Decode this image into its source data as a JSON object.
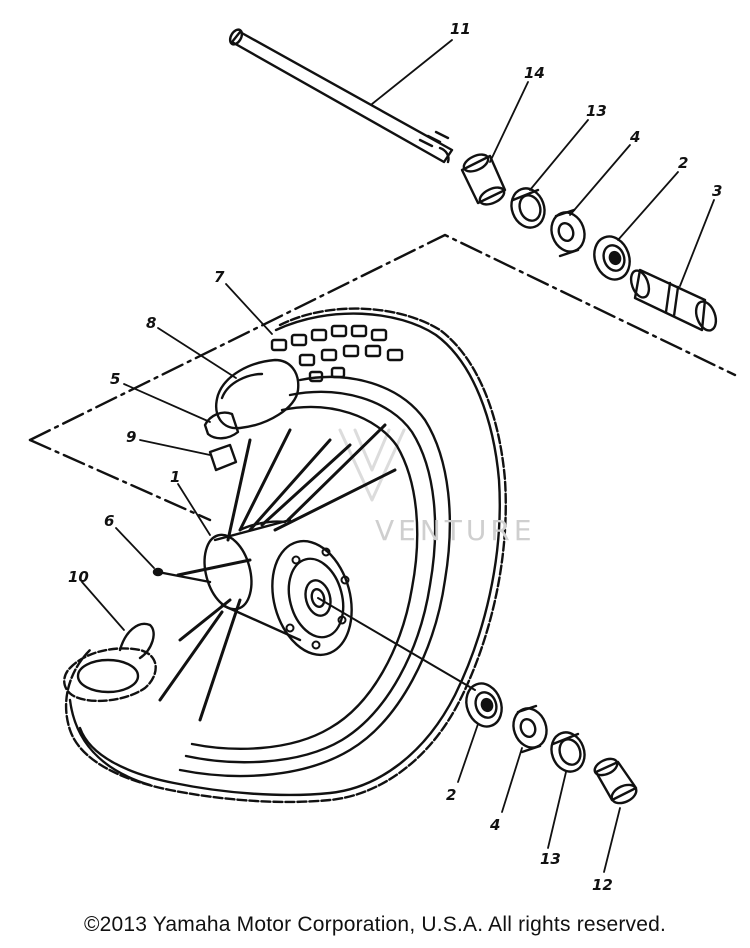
{
  "copyright": "©2013 Yamaha Motor Corporation, U.S.A. All rights reserved.",
  "watermark": "VENTURE",
  "callouts": {
    "c11": "11",
    "c14": "14",
    "c13a": "13",
    "c4a": "4",
    "c2a": "2",
    "c3": "3",
    "c7": "7",
    "c8": "8",
    "c5": "5",
    "c9": "9",
    "c1": "1",
    "c6": "6",
    "c10": "10",
    "c2b": "2",
    "c4b": "4",
    "c13b": "13",
    "c12": "12"
  }
}
